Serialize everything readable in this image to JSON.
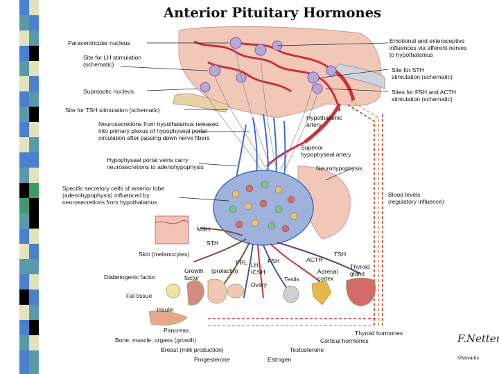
{
  "title": "Anterior Pituitary Hormones",
  "colors": {
    "strip_blue": "#4b7fd0",
    "strip_teal": "#5a9aa8",
    "strip_black": "#000000",
    "strip_cream": "#e2e2bc",
    "strip_green": "#3f9a6a",
    "vessel_red": "#c8323c",
    "vessel_blue": "#3b6cc9",
    "tissue_pink": "#f1c7b8"
  },
  "labels": {
    "paraventricular": "Paraventricular nucleus",
    "lh_site": [
      "Site for LH stimulation",
      "(schematic)"
    ],
    "supraoptic": "Supraoptic nucleus",
    "tsh_site": "Site for TSH stimulation (schematic)",
    "neurosecretions": [
      "Neurosecretions from hypothalamus released",
      "into primary plexus of hypophyseal portal",
      "circulation after passing down nerve fibers"
    ],
    "portal_veins": [
      "Hypophyseal portal veins carry",
      "neurosecretions to adenohypophysis"
    ],
    "secretory_cells": [
      "Specific secretory cells of anterior lobe",
      "(adenohypophysis) influenced by",
      "neurosecretions from hypothalamus"
    ],
    "emotional": [
      "Emotional and exteroceptive",
      "influences via afferent nerves",
      "to hypothalamus"
    ],
    "sth_site": [
      "Site for STH",
      "stimulation (schematic)"
    ],
    "fsh_acth_site": [
      "Sites for FSH and ACTH",
      "stimulation (schematic)"
    ],
    "hypothalamic_artery": [
      "Hypothalamic",
      "artery"
    ],
    "superior_artery": [
      "Superior",
      "hypophyseal artery"
    ],
    "neurohypophysis": "Neurohypophysis",
    "blood_levels": [
      "Blood levels",
      "(regulatory influence)"
    ],
    "msh": "MSH",
    "sth": "STH",
    "skin": "Skin (melanocytes)",
    "prl": "PRL",
    "lh": "LH",
    "fsh": "FSH",
    "acth": "ACTH",
    "tsh": "TSH",
    "growth_factor": [
      "Growth",
      "factor"
    ],
    "prolactin": "(prolactin)",
    "icsh": "ICSH",
    "ovary": "Ovary",
    "testis": "Testis",
    "adrenal_cortex": [
      "Adrenal",
      "cortex"
    ],
    "thyroid_gland": [
      "Thyroid",
      "gland"
    ],
    "diabetogenic": "Diabetogenic factor",
    "fat_tissue": "Fat tissue",
    "insulin": "Insulin",
    "pancreas": "Pancreas",
    "bone_muscle": "Bone, muscle, organs (growth)",
    "breast": "Breast (milk production)",
    "progesterone": "Progesterone",
    "estrogen": "Estrogen",
    "testosterone": "Testosterone",
    "cortical_hormones": "Cortical hormones",
    "thyroid_hormones": "Thyroid hormones",
    "novartis": "©Novartis"
  }
}
